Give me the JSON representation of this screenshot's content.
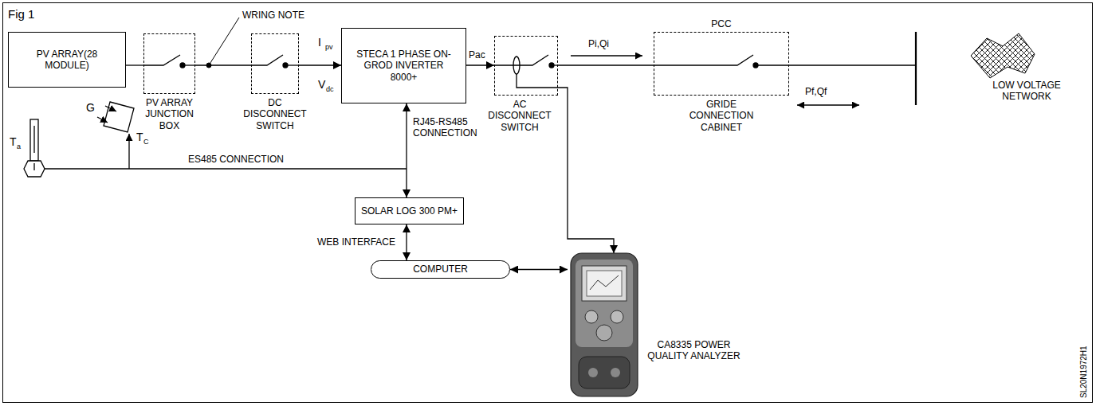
{
  "diagram": {
    "nodes": [
      {
        "text": [
          "PV ARRAY(28 MODULE)"
        ]
      },
      {
        "text": [
          "PV ARRAY JUNCTION BOX"
        ]
      },
      {
        "text": [
          "DC DISCONNECT SWITCH"
        ]
      },
      {
        "text": [
          "STECA 1 PHASE ON-GROD INVERTER 8000+"
        ]
      },
      {
        "text": [
          "AC DISCONNECT SWITCH"
        ]
      },
      {
        "text": [
          "PCC",
          "GRIDE CONNECTION CABINET"
        ]
      },
      {
        "text": [
          "LOW VOLTAGE NETWORK"
        ]
      },
      {
        "text": [
          "SOLAR LOG 300 PM+"
        ]
      },
      {
        "text": [
          "COMPUTER"
        ]
      },
      {
        "text": [
          "CA8335 POWER QUALITY ANALYZER"
        ]
      }
    ],
    "edges": [
      {
        "from": 0,
        "to": 1,
        "arrow": "none"
      },
      {
        "from": 1,
        "to": 2,
        "arrow": "none"
      },
      {
        "from": 2,
        "to": 3,
        "arrow": "to"
      },
      {
        "from": 3,
        "to": 4,
        "label": "Pac",
        "arrow": "to"
      },
      {
        "from": 4,
        "to": 5,
        "label": "Pi,Qi",
        "arrow": "none"
      },
      {
        "from": 5,
        "to": 6,
        "label": "Pf,Qf",
        "arrow": "none"
      },
      {
        "from": 3,
        "to": 7,
        "label": "RJ45-RS485 CONNECTION",
        "arrow": "both"
      },
      {
        "from": 7,
        "to": 8,
        "label": "WEB INTERFACE",
        "arrow": "both"
      },
      {
        "from": 8,
        "to": 9,
        "arrow": "both"
      },
      {
        "from": 4,
        "to": 9,
        "arrow": "to"
      }
    ],
    "labels": [
      "Fig 1",
      "WRING NOTE",
      "I",
      "pv",
      "V",
      "dc",
      "G",
      "T",
      "a",
      "T",
      "C",
      "ES485 CONNECTION",
      "SL20N1972H1"
    ]
  }
}
